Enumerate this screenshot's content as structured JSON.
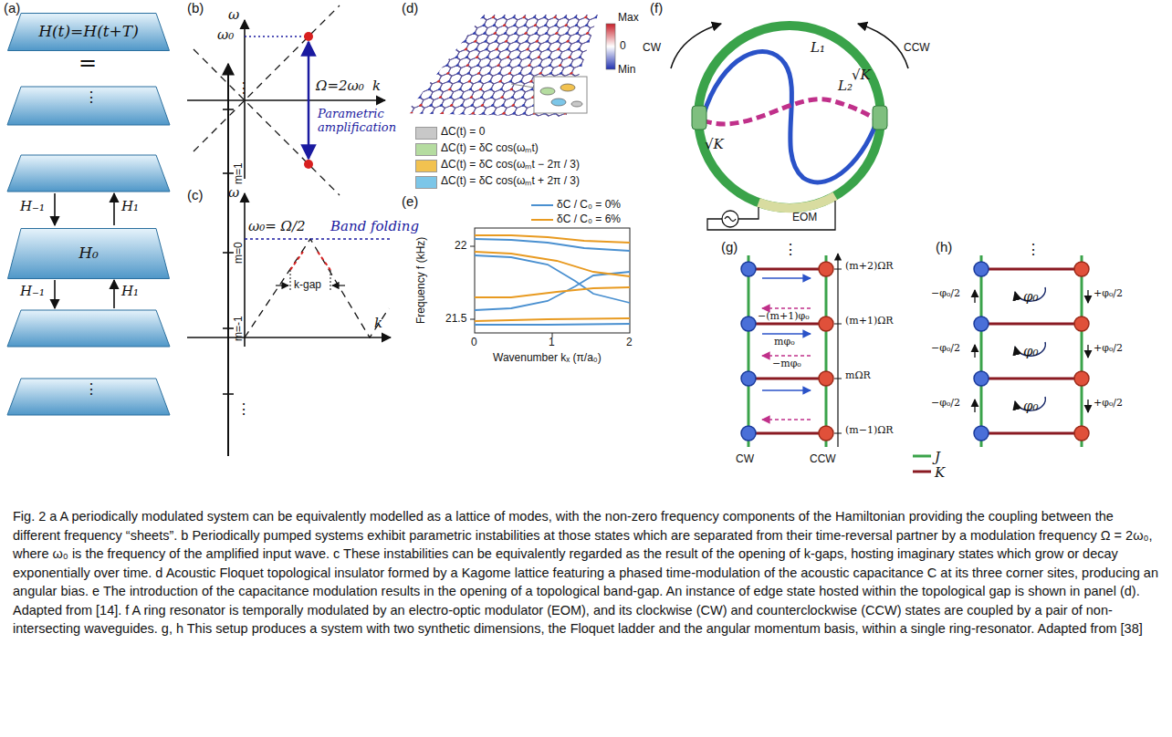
{
  "diagram": {
    "caption": "Fig. 2 a A periodically modulated system can be equivalently modelled as a lattice of modes, with the non-zero frequency components of the Hamiltonian providing the coupling between the different frequency “sheets”. b Periodically pumped systems exhibit parametric instabilities at those states which are separated from their time-reversal partner by a modulation frequency Ω = 2ω₀, where ω₀ is the frequency of the amplified input wave. c These instabilities can be equivalently regarded as the result of the opening of k-gaps, hosting imaginary states which grow or decay exponentially over time. d Acoustic Floquet topological insulator formed by a Kagome lattice featuring a phased time-modulation of the acoustic capacitance C at its three corner sites, producing an angular bias. e The introduction of the capacitance modulation results in the opening of a topological band-gap. An instance of edge state hosted within the topological gap is shown in panel (d). Adapted from [14]. f A ring resonator is temporally modulated by an electro-optic modulator (EOM), and its clockwise (CW) and counterclockwise (CCW) states are coupled by a pair of non-intersecting waveguides. g, h This setup produces a system with two synthetic dimensions, the Floquet ladder and the angular momentum basis, within a single ring-resonator. Adapted from [38]",
    "nodes": [
      {
        "text": [
          "H(t)=H(t+T)"
        ]
      },
      {
        "text": [
          "H₀"
        ]
      }
    ],
    "labels": [
      "(a)",
      "=",
      "⋮",
      "H₋₁",
      "H₁",
      "H₋₁",
      "H₁",
      "⋮",
      "⋮",
      "m=1",
      "m=0",
      "m=-1",
      "⋮",
      "(b)",
      "ω",
      "ω₀",
      "k",
      "Ω=2ω₀",
      "Parametric amplification",
      "(c)",
      "ω",
      "ω₀= Ω/2",
      "Band folding",
      "k-gap",
      "k",
      "(d)",
      "Max",
      "0",
      "Min",
      "(e)",
      "22",
      "21.5",
      "Frequency f (kHz)",
      "0",
      "1",
      "2",
      "Wavenumber kₓ (π/a₀)",
      "(f)",
      "CW",
      "CCW",
      "L₁",
      "L₂",
      "√K",
      "√K",
      "EOM",
      "(g)",
      "⋮",
      "(m+2)ΩR",
      "(m+1)ΩR",
      "mΩR",
      "(m−1)ΩR",
      "−(m+1)φ₀",
      "mφ₀",
      "−mφ₀",
      "CW",
      "CCW",
      "(h)",
      "⋮",
      "−φ₀/2",
      "−φ₀/2",
      "−φ₀/2",
      "+φ₀/2",
      "+φ₀/2",
      "+φ₀/2",
      "φ₀",
      "φ₀",
      "φ₀"
    ],
    "legend": [
      {
        "text": "ΔC(t) = 0",
        "color": "#c8c8c8"
      },
      {
        "text": "ΔC(t) = δC cos(ωₘt)",
        "color": "#b5dca0"
      },
      {
        "text": "ΔC(t) = δC cos(ωₘt − 2π / 3)",
        "color": "#f2c250"
      },
      {
        "text": "ΔC(t) = δC cos(ωₘt + 2π / 3)",
        "color": "#7cc6e8"
      },
      {
        "text": "δC / C₀ = 0%"
      },
      {
        "text": "δC / C₀ = 6%"
      },
      {
        "text": "J"
      },
      {
        "text": "K"
      }
    ]
  }
}
